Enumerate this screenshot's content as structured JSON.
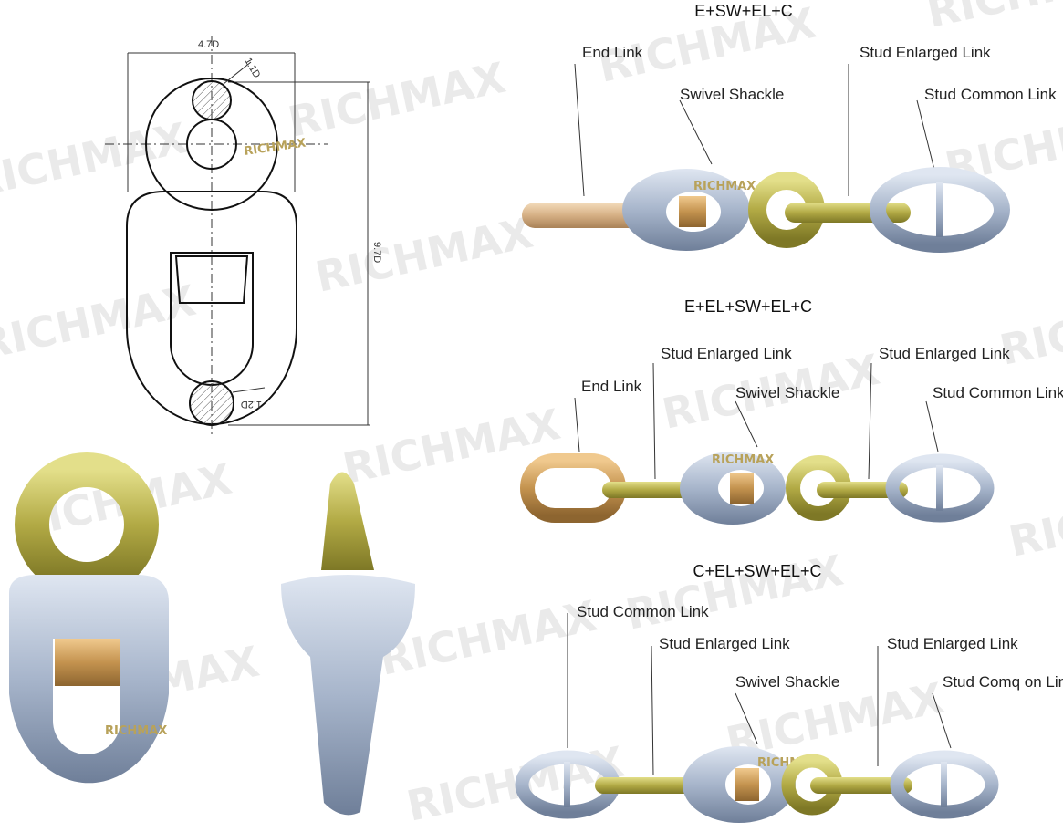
{
  "watermark": "RICHMAX",
  "drawing": {
    "width_dim": "4.7D",
    "height_dim": "9.7D",
    "top_dia": "1.1D",
    "bottom_dia": "1.2D"
  },
  "assemblies": [
    {
      "title": "E+SW+EL+C",
      "labels": [
        "End Link",
        "Stud Enlarged Link",
        "Swivel Shackle",
        "Stud Common Link"
      ]
    },
    {
      "title": "E+EL+SW+EL+C",
      "labels": [
        "Stud Enlarged Link",
        "Stud Enlarged Link",
        "End Link",
        "Swivel Shackle",
        "Stud Common Link"
      ]
    },
    {
      "title": "C+EL+SW+EL+C",
      "labels": [
        "Stud Common Link",
        "Stud Enlarged Link",
        "Stud Enlarged Link",
        "Swivel Shackle",
        "Stud Comq on Link"
      ]
    }
  ],
  "colors": {
    "steel": "#a9b7cc",
    "brass": "#b5ae4a",
    "tan": "#d9b48a",
    "bronze": "#c99a5a"
  }
}
